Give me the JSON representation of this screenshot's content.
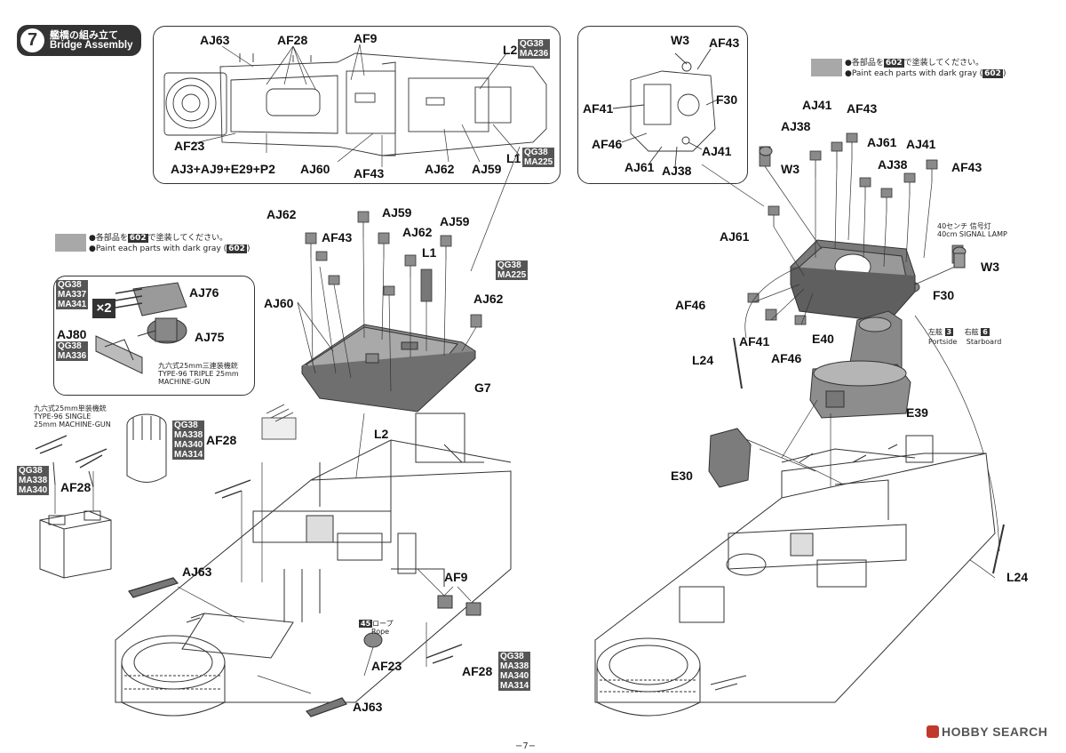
{
  "step": {
    "number": "7",
    "title_jp": "艦橋の組み立て",
    "title_en": "Bridge Assembly"
  },
  "paint_note": {
    "jp": "●各部品を 602 で塗装してください。",
    "jp_pre": "●各部品を",
    "jp_code": "602",
    "jp_post": "で塗装してください。",
    "en_pre": "●Paint each parts with dark gray (",
    "en_code": "602",
    "en_post": ")"
  },
  "gun_triple": {
    "jp": "九六式25mm三連装機銃",
    "en1": "TYPE-96 TRIPLE 25mm",
    "en2": "MACHINE-GUN",
    "multiplier": "×2"
  },
  "gun_single": {
    "jp": "九六式25mm単装機銃",
    "en1": "TYPE-96 SINGLE",
    "en2": "25mm MACHINE-GUN"
  },
  "signal_lamp": {
    "jp": "40センチ 信号灯",
    "en": "40cm SIGNAL LAMP"
  },
  "rope": {
    "num": "45",
    "jp": "ロープ",
    "en": "Rope"
  },
  "side": {
    "port_jp": "左舷",
    "port_en": "Portside",
    "port_num": "3",
    "star_jp": "右舷",
    "star_en": "Starboard",
    "star_num": "6"
  },
  "badges": {
    "l2": [
      "QG38",
      "MA236"
    ],
    "l1": [
      "QG38",
      "MA225"
    ],
    "l1b": [
      "QG38",
      "MA225"
    ],
    "aj76": [
      "QG38",
      "MA337",
      "MA341"
    ],
    "aj80": [
      "QG38",
      "MA336"
    ],
    "af28a": [
      "QG38",
      "MA338",
      "MA340"
    ],
    "mid": [
      "QG38",
      "MA338",
      "MA340",
      "MA314"
    ],
    "af28c": [
      "QG38",
      "MA338",
      "MA340",
      "MA314"
    ]
  },
  "labels": {
    "aj63_t": "AJ63",
    "af28_t": "AF28",
    "af9_t": "AF9",
    "l2_t": "L2",
    "af23_t": "AF23",
    "combo": "AJ3+AJ9+E29+P2",
    "aj60_t": "AJ60",
    "af43_t": "AF43",
    "aj62_t": "AJ62",
    "aj59_t": "AJ59",
    "l1_t": "L1",
    "aj62_a": "AJ62",
    "aj59_a": "AJ59",
    "af43_a": "AF43",
    "aj62_b": "AJ62",
    "aj59_b": "AJ59",
    "l1_a": "L1",
    "aj62_c": "AJ62",
    "aj60_a": "AJ60",
    "g7": "G7",
    "aj76": "AJ76",
    "aj80": "AJ80",
    "aj75": "AJ75",
    "l2_a": "L2",
    "af28_a": "AF28",
    "af28_b": "AF28",
    "aj63_a": "AJ63",
    "af9_a": "AF9",
    "af23_a": "AF23",
    "af28_c": "AF28",
    "aj63_b": "AJ63",
    "w3_t": "W3",
    "af43_r": "AF43",
    "af41_r": "AF41",
    "f30_r": "F30",
    "af46_r": "AF46",
    "aj61_r": "AJ61",
    "aj38_r": "AJ38",
    "aj41_r": "AJ41",
    "aj41_a": "AJ41",
    "af43_b": "AF43",
    "aj38_a": "AJ38",
    "aj61_a": "AJ61",
    "aj41_b": "AJ41",
    "w3_a": "W3",
    "aj38_b": "AJ38",
    "af43_c": "AF43",
    "aj61_b": "AJ61",
    "w3_b": "W3",
    "f30_a": "F30",
    "af46_a": "AF46",
    "af41_a": "AF41",
    "af46_b": "AF46",
    "e40": "E40",
    "l24_a": "L24",
    "e39": "E39",
    "e30": "E30",
    "l24_b": "L24"
  },
  "page_number": "−7−",
  "watermark": "HOBBY SEARCH"
}
